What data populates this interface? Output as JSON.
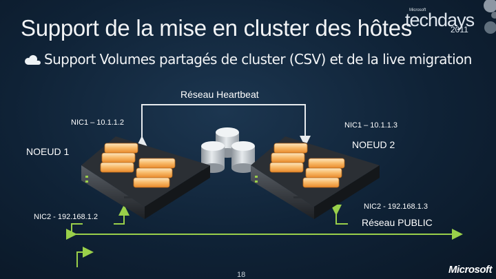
{
  "slide": {
    "title": "Support de la mise en cluster des hôtes",
    "bullet": "Support Volumes partagés de cluster (CSV) et de la live migration",
    "page_number": "18"
  },
  "brand": {
    "microsoft_small": "Microsoft",
    "techdays": "techdays",
    "year": "2011",
    "footer_logo": "Microsoft"
  },
  "diagram": {
    "heartbeat_label": "Réseau Heartbeat",
    "node1": {
      "name": "NOEUD 1",
      "nic1": "NIC1 – 10.1.1.2",
      "nic2": "NIC2 - 192.168.1.2"
    },
    "node2": {
      "name": "NOEUD 2",
      "nic1": "NIC1 – 10.1.1.3",
      "nic2": "NIC2 - 192.168.1.3"
    },
    "public_label": "Réseau PUBLIC"
  },
  "colors": {
    "background": "#0f2236",
    "network_line": "#9ad04a",
    "heartbeat_line": "#e8ecef",
    "server_bezel": "#f5a94a"
  },
  "icons": [
    "bullet-icon",
    "storage-disk-icon",
    "server-icon",
    "microsoft-logo-icon"
  ]
}
